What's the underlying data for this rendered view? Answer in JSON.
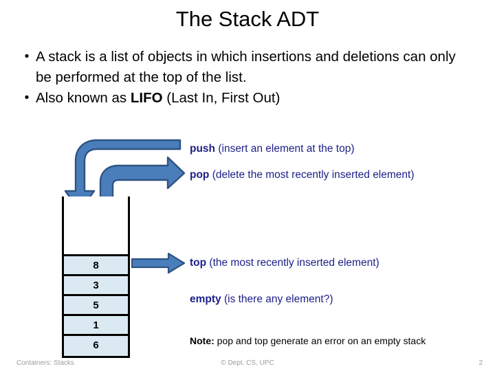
{
  "slide": {
    "title": "The Stack ADT",
    "page_number": "2"
  },
  "bullets": [
    {
      "marker": "•",
      "text_before": "A stack is a list of objects in which insertions and deletions can only be performed at the top of the list.",
      "bold": "",
      "text_after": ""
    },
    {
      "marker": "•",
      "text_before": "Also known as ",
      "bold": "LIFO",
      "text_after": " (Last In, First Out)"
    }
  ],
  "stack": {
    "cells": [
      "8",
      "3",
      "5",
      "1",
      "6"
    ],
    "empty_slots": 2,
    "fill_color": "#dbeaf2",
    "border_color": "#000000"
  },
  "operations": [
    {
      "name": "push",
      "keyword": "push",
      "description": " (insert an element at the top)"
    },
    {
      "name": "pop",
      "keyword": "pop",
      "description": " (delete the most recently inserted element)"
    },
    {
      "name": "top",
      "keyword": "top",
      "description": " (the most recently inserted element)"
    },
    {
      "name": "empty",
      "keyword": "empty",
      "description": " (is there any element?)"
    }
  ],
  "note": {
    "keyword": "Note:",
    "text": " pop and top generate an error on an empty stack"
  },
  "arrows": {
    "fill_color": "#4a7ebb",
    "stroke_color": "#2e5382",
    "push_label": "push-arrow",
    "pop_label": "pop-arrow",
    "top_label": "top-arrow"
  },
  "footer": {
    "left": "Containers: Stacks",
    "center": "© Dept. CS, UPC",
    "page": "2"
  },
  "colors": {
    "title": "#000000",
    "body": "#000000",
    "accent_blue": "#1d2088",
    "arrow_blue": "#4a7ebb",
    "cell_fill": "#dbeaf2",
    "footer_gray": "#9c9c9c"
  }
}
